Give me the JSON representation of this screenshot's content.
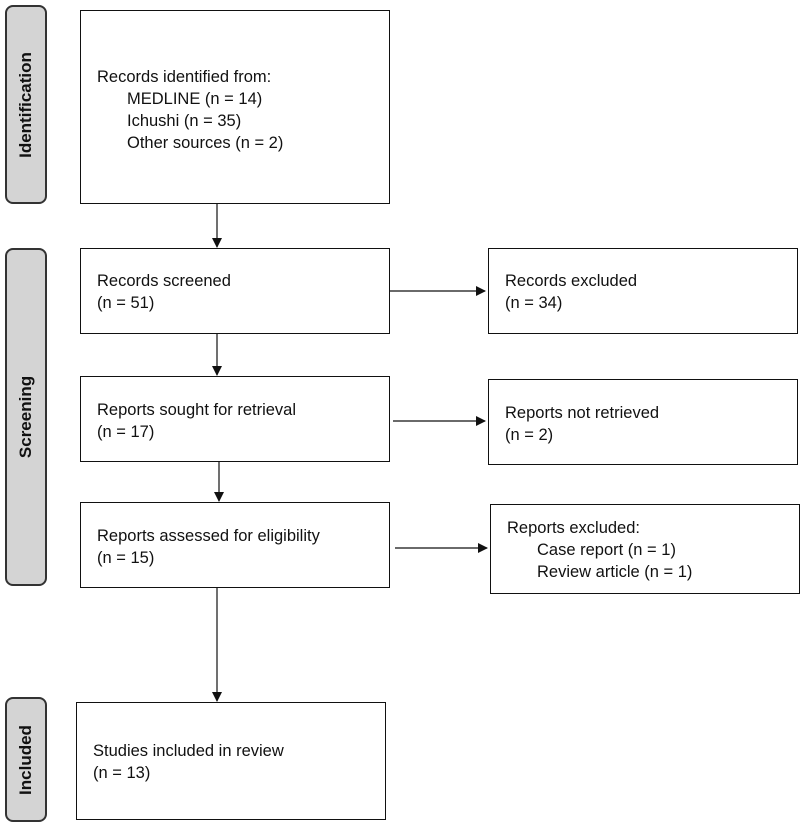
{
  "phases": {
    "identification": "Identification",
    "screening": "Screening",
    "included": "Included"
  },
  "identification": {
    "heading": "Records identified from:",
    "sources": [
      "MEDLINE (n = 14)",
      "Ichushi (n = 35)",
      "Other sources (n = 2)"
    ]
  },
  "screened": {
    "label": "Records screened",
    "count": "(n = 51)"
  },
  "excluded": {
    "label": "Records excluded",
    "count": "(n = 34)"
  },
  "sought": {
    "label": "Reports sought for retrieval",
    "count": "(n = 17)"
  },
  "not_retrieved": {
    "label": "Reports not retrieved",
    "count": "(n = 2)"
  },
  "assessed": {
    "label": "Reports assessed for eligibility",
    "count": "(n = 15)"
  },
  "reports_excluded": {
    "heading": "Reports excluded:",
    "reasons": [
      "Case report (n = 1)",
      "Review article (n = 1)"
    ]
  },
  "included_studies": {
    "label": "Studies included in review",
    "count": "(n = 13)"
  }
}
